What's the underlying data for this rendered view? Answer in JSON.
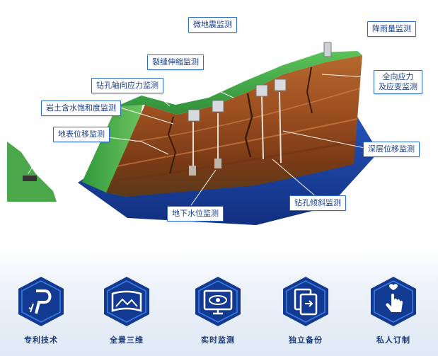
{
  "labels": {
    "microseismic": "微地震监测",
    "rainfall": "降雨量监测",
    "crack_extension": "裂缝伸缩监测",
    "omni_stress_line1": "全向应力",
    "omni_stress_line2": "及应变监测",
    "borehole_axial_stress": "钻孔轴向应力监测",
    "soil_saturation": "岩土含水饱和度监测",
    "surface_displacement": "地表位移监测",
    "deep_displacement": "深层位移监测",
    "borehole_tilt": "钻孔倾斜监测",
    "groundwater": "地下水位监测"
  },
  "features": [
    {
      "label": "专利技术",
      "icon": "patent-icon"
    },
    {
      "label": "全景三维",
      "icon": "panorama-icon"
    },
    {
      "label": "实时监测",
      "icon": "monitor-eye-icon"
    },
    {
      "label": "独立备份",
      "icon": "backup-icon"
    },
    {
      "label": "私人订制",
      "icon": "touch-hand-icon"
    }
  ],
  "colors": {
    "hex_dark": "#123a93",
    "hex_light": "#2a66c9",
    "label_border": "#2d6bd0",
    "label_text": "#1a3f8f",
    "grass": "#3fae49",
    "base": "#1c3f9e"
  }
}
